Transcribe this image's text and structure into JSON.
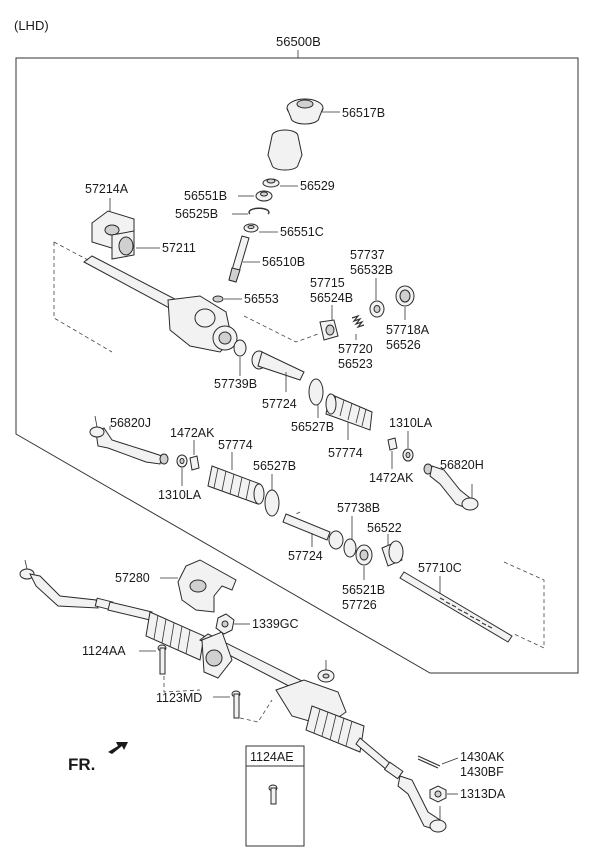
{
  "header": {
    "variant": "(LHD)",
    "assembly": "56500B"
  },
  "direction": {
    "label": "FR."
  },
  "labels": {
    "l56517B": "56517B",
    "l56529": "56529",
    "l56551B": "56551B",
    "l56525B": "56525B",
    "l57214A": "57214A",
    "l57211": "57211",
    "l56551C": "56551C",
    "l56510B": "56510B",
    "l57737": "57737",
    "l56532B": "56532B",
    "l57715": "57715",
    "l56524B": "56524B",
    "l56553": "56553",
    "l57718A": "57718A",
    "l56526": "56526",
    "l57720": "57720",
    "l56523": "56523",
    "l57739B": "57739B",
    "l57724a": "57724",
    "l56527Ba": "56527B",
    "l57774a": "57774",
    "l1310LAa": "1310LA",
    "l1472AKa": "1472AK",
    "l56820J": "56820J",
    "l1472AKb": "1472AK",
    "l57774b": "57774",
    "l1310LAb": "1310LA",
    "l56527Bb": "56527B",
    "l56820H": "56820H",
    "l57738B": "57738B",
    "l56522": "56522",
    "l57724b": "57724",
    "l56521B": "56521B",
    "l57726": "57726",
    "l57710C": "57710C",
    "l57280": "57280",
    "l1339GC": "1339GC",
    "l1124AA": "1124AA",
    "l1123MD": "1123MD",
    "l1124AE": "1124AE",
    "l1430AK": "1430AK",
    "l1430BF": "1430BF",
    "l1313DA": "1313DA"
  }
}
